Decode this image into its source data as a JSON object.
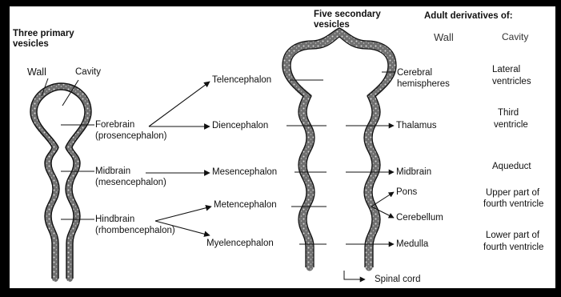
{
  "headers": {
    "primary_line1": "Three primary",
    "primary_line2": "vesicles",
    "secondary_line1": "Five secondary",
    "secondary_line2": "vesicles",
    "adult": "Adult derivatives of:",
    "wall": "Wall",
    "cavity": "Cavity"
  },
  "primary_labels": {
    "wall": "Wall",
    "cavity": "Cavity"
  },
  "primary_vesicles": [
    {
      "name": "Forebrain",
      "alt": "(prosencephalon)"
    },
    {
      "name": "Midbrain",
      "alt": "(mesencephalon)"
    },
    {
      "name": "Hindbrain",
      "alt": "(rhombencephalon)"
    }
  ],
  "secondary_vesicles": [
    "Telencephalon",
    "Diencephalon",
    "Mesencephalon",
    "Metencephalon",
    "Myelencephalon"
  ],
  "wall_derivatives": [
    [
      "Cerebral",
      "hemispheres"
    ],
    [
      "Thalamus"
    ],
    [
      "Midbrain"
    ],
    [
      "Pons"
    ],
    [
      "Cerebellum"
    ],
    [
      "Medulla"
    ]
  ],
  "cavity_derivatives": [
    [
      "Lateral",
      "ventricles"
    ],
    [
      "Third",
      "ventricle"
    ],
    [
      "Aqueduct"
    ],
    [
      "Upper part of",
      "fourth ventricle"
    ],
    [
      "Lower part of",
      "fourth ventricle"
    ]
  ],
  "spinal_cord": "Spinal cord",
  "colors": {
    "ink": "#111111",
    "wall_fill": "#7a7a7a",
    "frame": "#000000",
    "paper": "#ffffff"
  }
}
